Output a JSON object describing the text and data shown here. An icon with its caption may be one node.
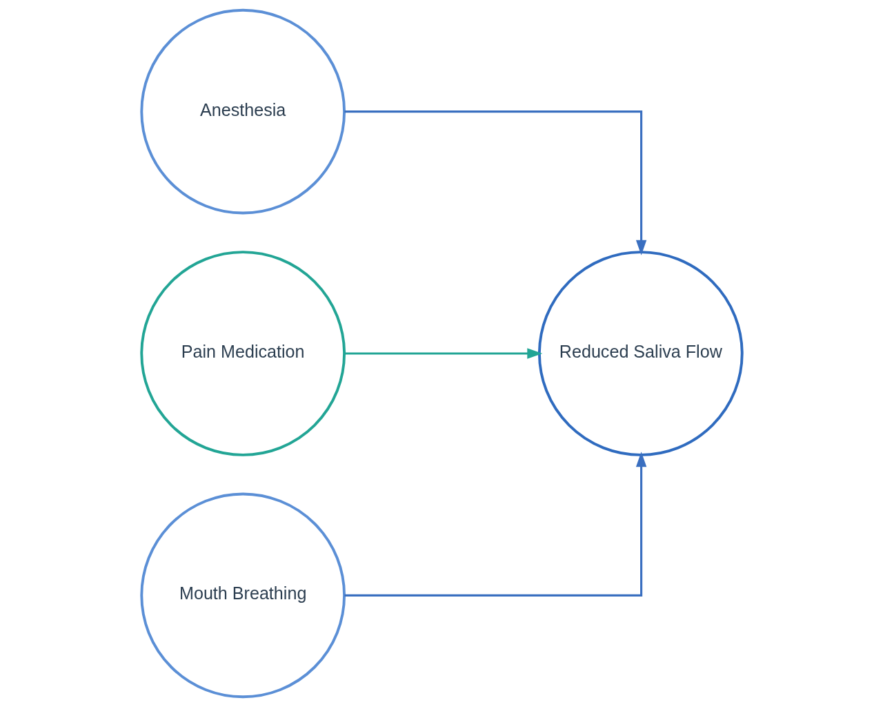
{
  "diagram": {
    "nodes": [
      {
        "text": [
          "Anesthesia"
        ]
      },
      {
        "text": [
          "Pain Medication"
        ]
      },
      {
        "text": [
          "Mouth Breathing"
        ]
      },
      {
        "text": [
          "Reduced Saliva Flow"
        ]
      }
    ],
    "edges": [
      {
        "from": 0,
        "to": 3,
        "arrow": "to"
      },
      {
        "from": 1,
        "to": 3,
        "arrow": "to",
        "color": "#22a595"
      },
      {
        "from": 2,
        "to": 3,
        "arrow": "to"
      }
    ]
  }
}
